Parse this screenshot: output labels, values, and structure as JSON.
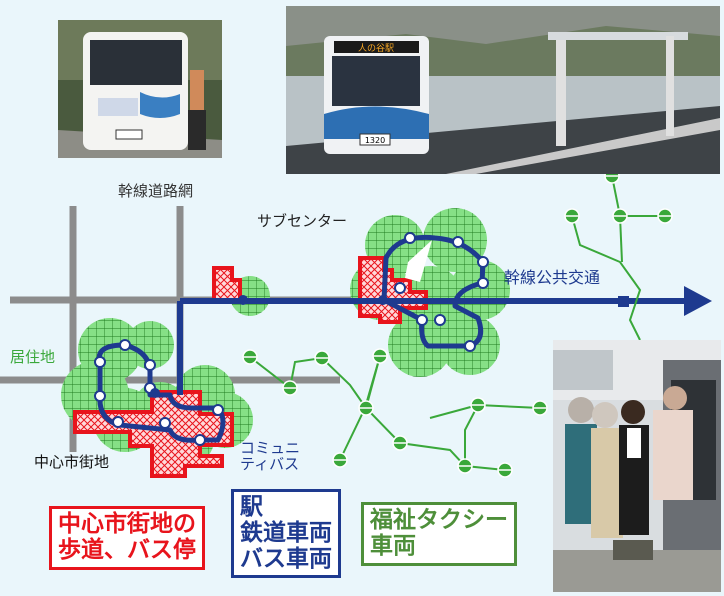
{
  "labels": {
    "trunk_road_network": "幹線道路網",
    "sub_center": "サブセンター",
    "trunk_public_transport": "幹線公共交通",
    "residential_area": "居住地",
    "city_center": "中心市街地",
    "community_bus_line1": "コミュニ",
    "community_bus_line2": "ティバス"
  },
  "boxes": {
    "red": {
      "line1": "中心市街地の",
      "line2": "歩道、バス停"
    },
    "blue": {
      "line1": "駅",
      "line2": "鉄道車両",
      "line3": "バス車両"
    },
    "green": {
      "line1": "福祉タクシー",
      "line2": "車両"
    }
  },
  "photos": {
    "bus_top_left": "white community bus with boarding passenger",
    "bus_top_right": "BRT bus at dedicated stop",
    "taxi_bottom_right": "elderly people boarding welfare taxi"
  },
  "bus_plate": {
    "line1": "人の谷駅",
    "plate": "1320"
  },
  "colors": {
    "red": "#e8141c",
    "blue": "#1e3a8f",
    "green": "#3aa83a",
    "zone_green": "#7ddc7d",
    "road_gray": "#8c8c8c",
    "box_green_border": "#4e8f3a"
  }
}
